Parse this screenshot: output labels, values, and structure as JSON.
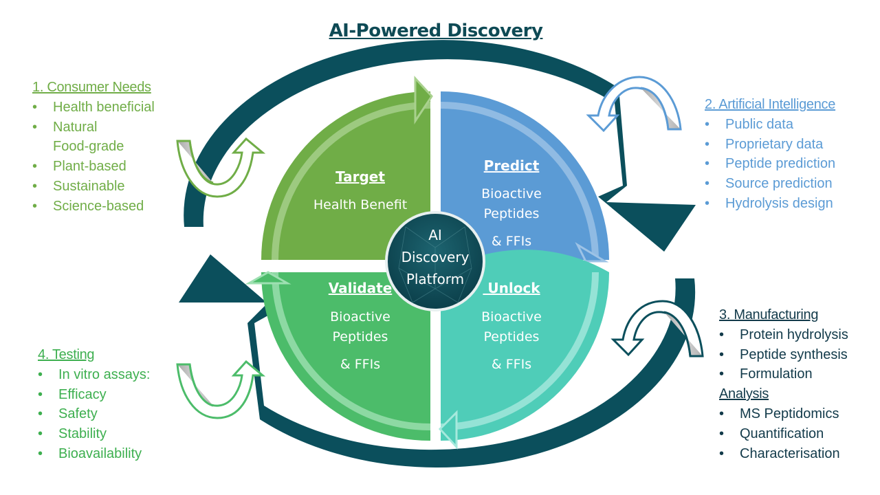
{
  "title": "AI-Powered Discovery",
  "colors": {
    "dark_teal": "#0b4f5c",
    "target_green": "#70ad47",
    "predict_blue": "#5b9bd5",
    "validate_green": "#4cbc6a",
    "unlock_teal": "#4fcdb8",
    "center_circle": "#0e4a55"
  },
  "center": {
    "line1": "AI",
    "line2": "Discovery",
    "line3": "Platform"
  },
  "quadrants": {
    "target": {
      "heading": "Target",
      "line1": "Health Benefit"
    },
    "predict": {
      "heading": "Predict",
      "line1": "Bioactive",
      "line2": "Peptides",
      "line3": "& FFIs"
    },
    "validate": {
      "heading": "Validate",
      "line1": "Bioactive",
      "line2": "Peptides",
      "line3": "& FFIs"
    },
    "unlock": {
      "heading": " Unlock",
      "line1": "Bioactive",
      "line2": "Peptides",
      "line3": "& FFIs"
    }
  },
  "panels": {
    "consumer": {
      "heading": "1. Consumer Needs",
      "items": [
        "Health beneficial",
        "Natural",
        "Plant-based",
        "Sustainable",
        "Science-based"
      ],
      "continuation": "Food-grade"
    },
    "ai": {
      "heading": "2. Artificial Intelligence",
      "items": [
        "Public data",
        "Proprietary data",
        "Peptide prediction",
        "Source prediction",
        "Hydrolysis design"
      ]
    },
    "manufacturing": {
      "heading": "3. Manufacturing",
      "items": [
        "Protein hydrolysis",
        "Peptide synthesis",
        "Formulation"
      ],
      "analysis_heading": "Analysis",
      "analysis_items": [
        "MS Peptidomics",
        "Quantification",
        "Characterisation"
      ]
    },
    "testing": {
      "heading": "4. Testing",
      "items": [
        "In vitro assays:",
        "Efficacy",
        "Safety",
        "Stability",
        "Bioavailability"
      ]
    }
  },
  "icons": {
    "cycle_arrows": "circular-arrow-icon",
    "loop_arrows": "curved-loop-arrow-icon"
  }
}
